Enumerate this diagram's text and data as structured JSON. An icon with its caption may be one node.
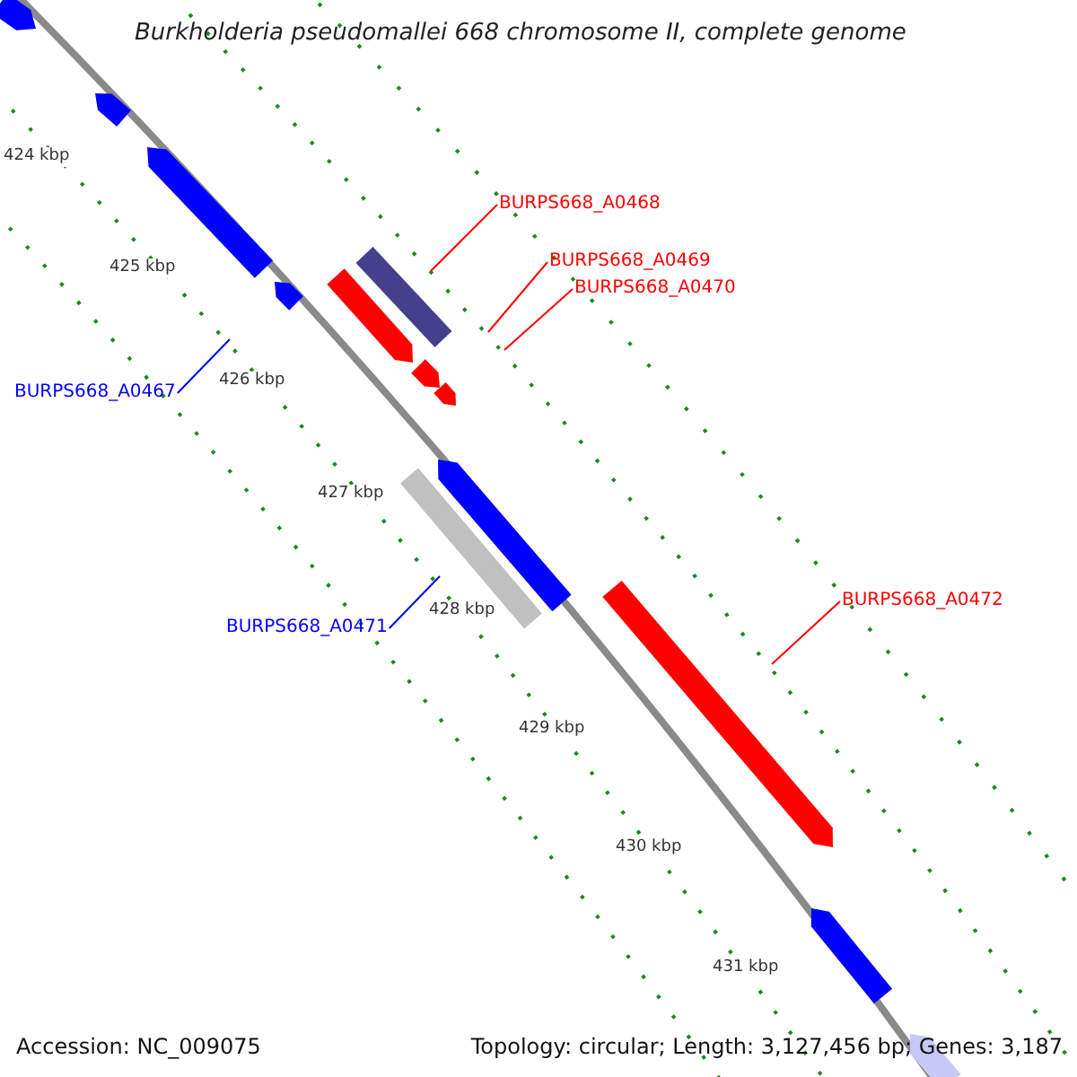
{
  "diagram": {
    "title": "Burkholderia pseudomallei 668 chromosome II, complete genome",
    "nodes": [
      {
        "text": [
          "BURPS668_A0468"
        ]
      },
      {
        "text": [
          "BURPS668_A0469"
        ]
      },
      {
        "text": [
          "BURPS668_A0470"
        ]
      },
      {
        "text": [
          "BURPS668_A0467"
        ]
      },
      {
        "text": [
          "BURPS668_A0471"
        ]
      },
      {
        "text": [
          "BURPS668_A0472"
        ]
      }
    ],
    "edges": [
      {
        "from": 0,
        "to": null,
        "arrow": "none"
      },
      {
        "from": 1,
        "to": null,
        "arrow": "none"
      },
      {
        "from": 2,
        "to": null,
        "arrow": "none"
      },
      {
        "from": 3,
        "to": null,
        "arrow": "none",
        "color": "#0000ff"
      },
      {
        "from": 4,
        "to": null,
        "arrow": "none",
        "color": "#0000ff"
      },
      {
        "from": 5,
        "to": null,
        "arrow": "none"
      }
    ],
    "labels": [
      "424 kbp",
      "425 kbp",
      "426 kbp",
      "427 kbp",
      "428 kbp",
      "429 kbp",
      "430 kbp",
      "431 kbp",
      "Accession: NC_009075",
      "Topology: circular; Length: 3,127,456 bp; Genes: 3,187"
    ]
  }
}
